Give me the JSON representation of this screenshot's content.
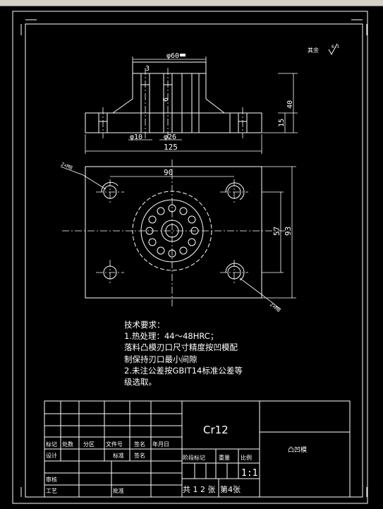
{
  "top_right": {
    "note": "其余",
    "roughness": "6.3"
  },
  "dimensions": {
    "d60": "φ60",
    "d3": "3",
    "d6": "6",
    "d40": "40",
    "d15": "15",
    "d10": "φ10",
    "d26": "φ26",
    "d125": "125",
    "d90": "90",
    "d57": "57",
    "d93": "93",
    "hole_tl": "2×M8",
    "hole_br": "2×M8"
  },
  "tech_notes": {
    "title": "技术要求：",
    "line1": "1.热处理：44～48HRC；",
    "line2": "落料凸模刃口尺寸精度按凹模配",
    "line3": "制保持刃口最小间隙",
    "line4": "2.未注公差按GBIT14标准公差等",
    "line5": "级选取。"
  },
  "title_block": {
    "material": "Cr12",
    "part_name": "凸凹模",
    "label_mark": "标记",
    "label_count": "处数",
    "label_zone": "分区",
    "label_docno": "文件号",
    "label_sign": "签名",
    "label_date": "年月日",
    "label_design": "设计",
    "label_std": "标准",
    "label_sign2": "签名",
    "label_stage": "阶段标记",
    "label_weight": "重量",
    "label_scale": "比例",
    "scale_value": "1:1",
    "label_review": "审核",
    "label_process": "工艺",
    "label_approve": "批准",
    "sheets_total": "共 1 2 张",
    "sheet_no": "第4张"
  }
}
